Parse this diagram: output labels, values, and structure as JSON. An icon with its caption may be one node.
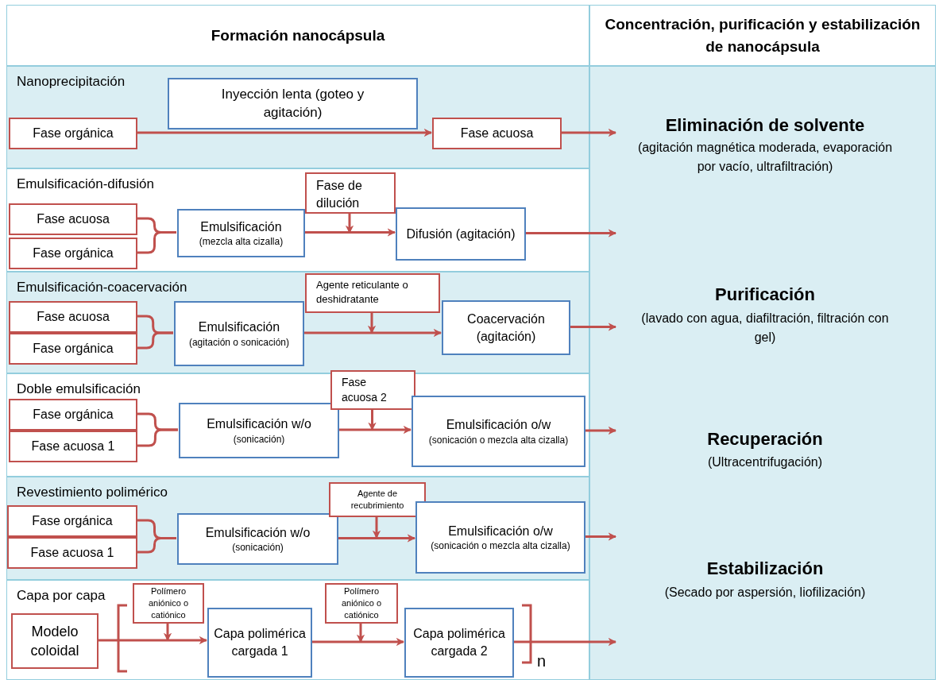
{
  "diagram": {
    "nodes": [
      {
        "text": [
          "Formación nanocápsula"
        ]
      },
      {
        "text": [
          "Concentración, purificación y estabilización de nanocápsula"
        ]
      },
      {
        "text": [
          "Nanoprecipitación"
        ]
      },
      {
        "text": [
          "Fase orgánica"
        ],
        "in": 2
      },
      {
        "text": [
          "Inyección lenta (goteo y agitación)"
        ],
        "in": 2
      },
      {
        "text": [
          "Fase acuosa"
        ],
        "in": 2
      },
      {
        "text": [
          "Emulsificación-difusión"
        ]
      },
      {
        "text": [
          "Fase acuosa"
        ],
        "in": 6
      },
      {
        "text": [
          "Fase orgánica"
        ],
        "in": 6
      },
      {
        "text": [
          "Emulsificación",
          "(mezcla alta cizalla)"
        ],
        "in": 6
      },
      {
        "text": [
          "Fase de dilución"
        ],
        "in": 6
      },
      {
        "text": [
          "Difusión (agitación)"
        ],
        "in": 6
      },
      {
        "text": [
          "Emulsificación-coacervación"
        ]
      },
      {
        "text": [
          "Fase acuosa"
        ],
        "in": 12
      },
      {
        "text": [
          "Fase orgánica"
        ],
        "in": 12
      },
      {
        "text": [
          "Emulsificación",
          "(agitación o sonicación)"
        ],
        "in": 12
      },
      {
        "text": [
          "Agente reticulante o deshidratante"
        ],
        "in": 12
      },
      {
        "text": [
          "Coacervación (agitación)"
        ],
        "in": 12
      },
      {
        "text": [
          "Doble emulsificación"
        ]
      },
      {
        "text": [
          "Fase orgánica"
        ],
        "in": 18
      },
      {
        "text": [
          "Fase acuosa 1"
        ],
        "in": 18
      },
      {
        "text": [
          "Emulsificación w/o",
          "(sonicación)"
        ],
        "in": 18
      },
      {
        "text": [
          "Fase acuosa 2"
        ],
        "in": 18
      },
      {
        "text": [
          "Emulsificación o/w",
          "(sonicación o mezcla alta cizalla)"
        ],
        "in": 18
      },
      {
        "text": [
          "Revestimiento polimérico"
        ]
      },
      {
        "text": [
          "Fase orgánica"
        ],
        "in": 24
      },
      {
        "text": [
          "Fase acuosa 1"
        ],
        "in": 24
      },
      {
        "text": [
          "Emulsificación w/o",
          "(sonicación)"
        ],
        "in": 24
      },
      {
        "text": [
          "Agente de recubrimiento"
        ],
        "in": 24
      },
      {
        "text": [
          "Emulsificación o/w",
          "(sonicación o mezcla alta cizalla)"
        ],
        "in": 24
      },
      {
        "text": [
          "Capa por capa"
        ]
      },
      {
        "text": [
          "Modelo coloidal"
        ],
        "in": 30
      },
      {
        "text": [
          "Polímero aniónico o catiónico"
        ],
        "in": 30
      },
      {
        "text": [
          "Capa polimérica cargada 1"
        ],
        "in": 30
      },
      {
        "text": [
          "Polímero aniónico o catiónico"
        ],
        "in": 30
      },
      {
        "text": [
          "Capa polimérica cargada 2"
        ],
        "in": 30
      },
      {
        "text": [
          "Eliminación de solvente",
          "(agitación magnética moderada, evaporación por vacío, ultrafiltración)",
          "Purificación",
          "(lavado con agua, diafiltración, filtración con gel)",
          "Recuperación",
          "(Ultracentrifugación)",
          "Estabilización",
          "(Secado por aspersión, liofilización)"
        ]
      }
    ],
    "edges": [
      {
        "from": 3,
        "to": 5,
        "arrow": "to"
      },
      {
        "from": 5,
        "to": 36,
        "arrow": "to"
      },
      {
        "from": 7,
        "to": 9,
        "arrow": "none"
      },
      {
        "from": 8,
        "to": 9,
        "arrow": "none"
      },
      {
        "from": 9,
        "to": 11,
        "arrow": "to"
      },
      {
        "from": 10,
        "to": null,
        "arrow": "to"
      },
      {
        "from": 11,
        "to": 36,
        "arrow": "to"
      },
      {
        "from": 13,
        "to": 15,
        "arrow": "none"
      },
      {
        "from": 14,
        "to": 15,
        "arrow": "none"
      },
      {
        "from": 15,
        "to": 17,
        "arrow": "to"
      },
      {
        "from": 16,
        "to": null,
        "arrow": "to"
      },
      {
        "from": 17,
        "to": 36,
        "arrow": "to"
      },
      {
        "from": 19,
        "to": 21,
        "arrow": "none"
      },
      {
        "from": 20,
        "to": 21,
        "arrow": "none"
      },
      {
        "from": 21,
        "to": 23,
        "arrow": "to"
      },
      {
        "from": 22,
        "to": null,
        "arrow": "to"
      },
      {
        "from": 23,
        "to": 36,
        "arrow": "to"
      },
      {
        "from": 25,
        "to": 27,
        "arrow": "none"
      },
      {
        "from": 26,
        "to": 27,
        "arrow": "none"
      },
      {
        "from": 27,
        "to": 29,
        "arrow": "to"
      },
      {
        "from": 28,
        "to": null,
        "arrow": "to"
      },
      {
        "from": 29,
        "to": 36,
        "arrow": "to"
      },
      {
        "from": 31,
        "to": 33,
        "arrow": "to"
      },
      {
        "from": 32,
        "to": null,
        "arrow": "to"
      },
      {
        "from": 33,
        "to": 35,
        "arrow": "to"
      },
      {
        "from": 34,
        "to": null,
        "arrow": "to"
      },
      {
        "from": 35,
        "to": 36,
        "arrow": "to"
      }
    ],
    "labels": [
      "n"
    ]
  }
}
